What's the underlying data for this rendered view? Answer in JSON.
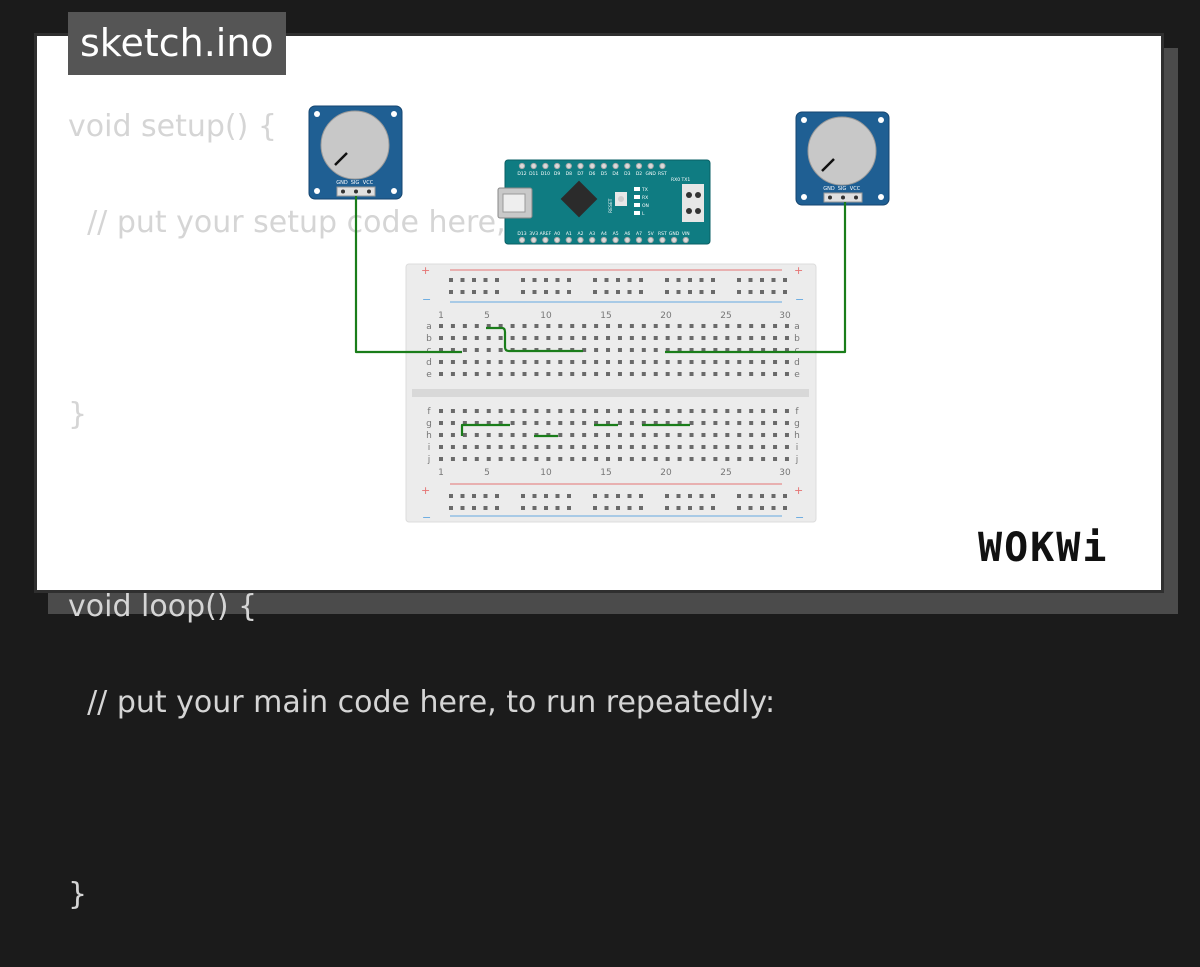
{
  "file_tab": {
    "label": "sketch.ino"
  },
  "code_lines": [
    "void setup() {",
    "  // put your setup code here, to run once:",
    "",
    "}",
    "",
    "void loop() {",
    "  // put your main code here, to run repeatedly:",
    "",
    "}"
  ],
  "brand": {
    "logo_text": "WOKWi"
  },
  "pot_labels": {
    "gnd": "GND",
    "sig": "SIG",
    "vcc": "VCC"
  },
  "nano": {
    "top_pins": [
      "D12",
      "D11",
      "D10",
      "D9",
      "D8",
      "D7",
      "D6",
      "D5",
      "D4",
      "D3",
      "D2",
      "GND",
      "RST"
    ],
    "bottom_pins": [
      "D13",
      "3V3",
      "AREF",
      "A0",
      "A1",
      "A2",
      "A3",
      "A4",
      "A5",
      "A6",
      "A7",
      "5V",
      "RST",
      "GND",
      "VIN"
    ],
    "rxtx": "RX0 TX1",
    "side_leds": [
      "TX",
      "RX",
      "ON",
      "L"
    ],
    "reset_label": "RESET"
  },
  "breadboard": {
    "col_numbers": [
      "1",
      "5",
      "10",
      "15",
      "20",
      "25",
      "30"
    ],
    "rows_top": [
      "a",
      "b",
      "c",
      "d",
      "e"
    ],
    "rows_bottom": [
      "f",
      "g",
      "h",
      "i",
      "j"
    ],
    "plus": "+",
    "minus": "−"
  },
  "colors": {
    "wire": "#1a7d1a",
    "pot_board": "#1f5f93",
    "nano_board": "#0f7c82",
    "breadboard": "#ececec",
    "code_text": "#d5d5d5"
  }
}
